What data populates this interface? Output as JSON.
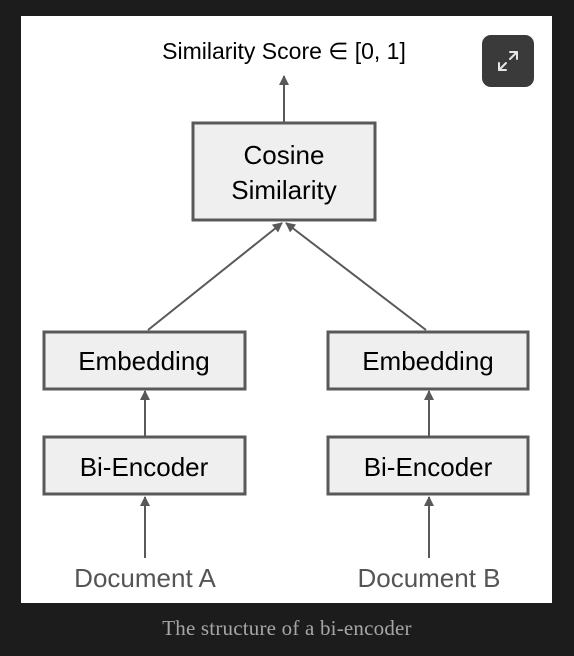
{
  "diagram": {
    "output_label": "Similarity Score ∈ [0, 1]",
    "similarity_node": {
      "line1": "Cosine",
      "line2": "Similarity"
    },
    "embedding_a": "Embedding",
    "embedding_b": "Embedding",
    "encoder_a": "Bi-Encoder",
    "encoder_b": "Bi-Encoder",
    "input_a": "Document A",
    "input_b": "Document B"
  },
  "expand_button": {
    "icon": "expand-icon"
  },
  "caption": "The structure of a bi-encoder",
  "colors": {
    "page_background": "#1c1c1c",
    "figure_background": "#ffffff",
    "node_fill": "#efefef",
    "node_stroke": "#595959",
    "input_text": "#555555",
    "button_background": "#3a3a3a",
    "caption_text": "#a6a6a6"
  }
}
